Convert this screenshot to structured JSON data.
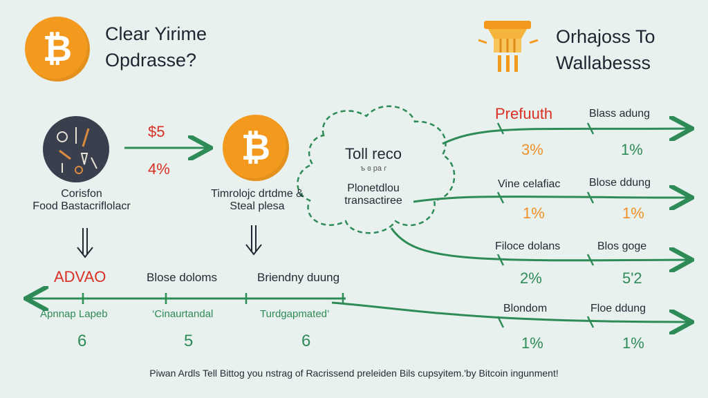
{
  "colors": {
    "background": "#e8f1ee",
    "bitcoin_orange": "#f39a1e",
    "arrow_green": "#2e8b57",
    "accent_red": "#d93025",
    "text_dark": "#1f2a33"
  },
  "header": {
    "left_title_line1": "Clear Yirime",
    "left_title_line2": "Opdrasse?",
    "right_title_line1": "Orhajoss To",
    "right_title_line2": "Wallabesss",
    "left_icon": "bitcoin-icon",
    "right_icon": "lamp-icon"
  },
  "coin_symbol": "₿",
  "food": {
    "label_line1": "Corisfon",
    "label_line2": "Food Bastacriflolacr",
    "icon": "tools-plate-icon"
  },
  "transfer": {
    "amount": "$5",
    "percent": "4%"
  },
  "center_coin": {
    "label_line1": "Timrolojc drtdme &",
    "label_line2": "Steal plesa"
  },
  "cloud": {
    "title": "Toll reco",
    "subtitle": "ъ ɞ pa ɾ",
    "text_line1": "Plonetdlou",
    "text_line2": "transactiree"
  },
  "bottom_flow": {
    "label_red": "ADVAO",
    "label_2": "Blose doloms",
    "label_3": "Briendny duung",
    "items": [
      {
        "label": "Apnnap Lapeb",
        "value": "6"
      },
      {
        "label": "‘Cinaurtandal",
        "value": "5"
      },
      {
        "label": "Turdgapmated’",
        "value": "6"
      }
    ]
  },
  "right_rows": [
    {
      "left_label": "Prefuuth",
      "right_label": "Blass adung",
      "left_value": "3%",
      "right_value": "1%",
      "left_color": "orange",
      "right_color": "green"
    },
    {
      "left_label": "Vine celafiac",
      "right_label": "Blose ddung",
      "left_value": "1%",
      "right_value": "1%",
      "left_color": "orange",
      "right_color": "orange"
    },
    {
      "left_label": "Filoce dolans",
      "right_label": "Blos goge",
      "left_value": "2%",
      "right_value": "5'2",
      "left_color": "green",
      "right_color": "green"
    },
    {
      "left_label": "Blondom",
      "right_label": "Floe ddung",
      "left_value": "1%",
      "right_value": "1%",
      "left_color": "green",
      "right_color": "green"
    }
  ],
  "footer": "Piwan Ardls Tell Bittog you nstrag of Racrissend preleiden Bils cupsyitem.'by Bitcoin ingunment!"
}
